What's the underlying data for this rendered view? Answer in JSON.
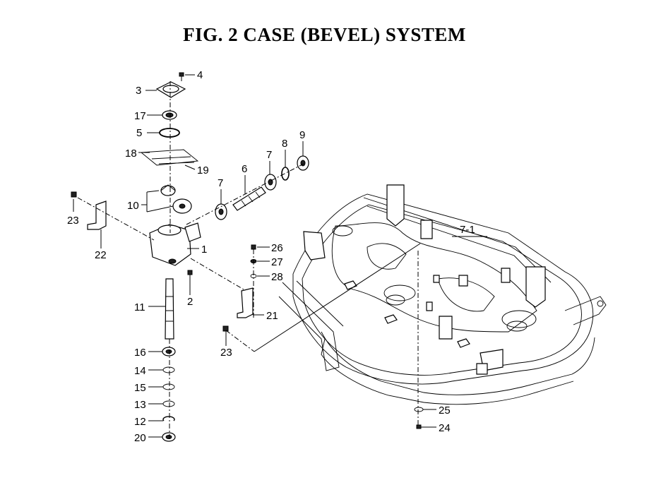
{
  "title": "FIG. 2  CASE (BEVEL) SYSTEM",
  "callouts": [
    {
      "id": "4",
      "label": "4"
    },
    {
      "id": "3",
      "label": "3"
    },
    {
      "id": "17",
      "label": "17"
    },
    {
      "id": "5",
      "label": "5"
    },
    {
      "id": "18",
      "label": "18"
    },
    {
      "id": "19",
      "label": "19"
    },
    {
      "id": "9",
      "label": "9"
    },
    {
      "id": "8",
      "label": "8"
    },
    {
      "id": "7a",
      "label": "7"
    },
    {
      "id": "6",
      "label": "6"
    },
    {
      "id": "7b",
      "label": "7"
    },
    {
      "id": "10",
      "label": "10"
    },
    {
      "id": "23a",
      "label": "23"
    },
    {
      "id": "22",
      "label": "22"
    },
    {
      "id": "1",
      "label": "1"
    },
    {
      "id": "2",
      "label": "2"
    },
    {
      "id": "26",
      "label": "26"
    },
    {
      "id": "27",
      "label": "27"
    },
    {
      "id": "28",
      "label": "28"
    },
    {
      "id": "11",
      "label": "11"
    },
    {
      "id": "21",
      "label": "21"
    },
    {
      "id": "23b",
      "label": "23"
    },
    {
      "id": "16",
      "label": "16"
    },
    {
      "id": "14",
      "label": "14"
    },
    {
      "id": "15",
      "label": "15"
    },
    {
      "id": "13",
      "label": "13"
    },
    {
      "id": "12",
      "label": "12"
    },
    {
      "id": "20",
      "label": "20"
    },
    {
      "id": "7-1",
      "label": "7-1"
    },
    {
      "id": "25",
      "label": "25"
    },
    {
      "id": "24",
      "label": "24"
    }
  ]
}
